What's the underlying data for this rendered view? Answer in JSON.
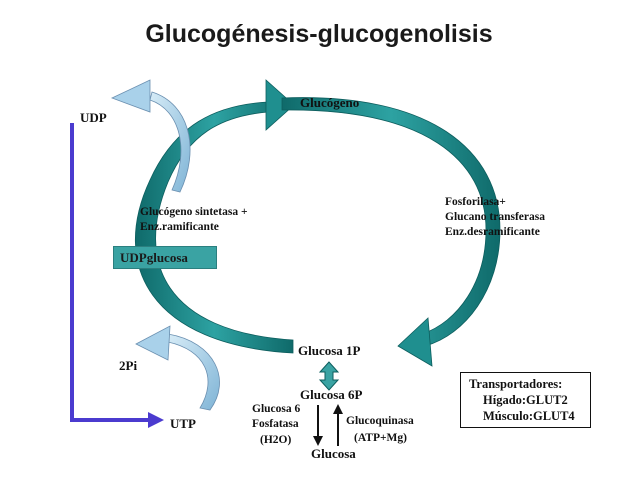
{
  "title": "Glucogénesis-glucogenolisis",
  "nodes": {
    "glucogeno": "Glucógeno",
    "glucosa_1p": "Glucosa 1P",
    "glucosa_6p": "Glucosa 6P",
    "glucosa": "Glucosa",
    "udp": "UDP",
    "udp_glucosa": "UDPglucosa",
    "dos_pi": "2Pi",
    "utp": "UTP"
  },
  "enzymes": {
    "sintesis_line1": "Glucógeno sintetasa +",
    "sintesis_line2": "Enz.ramificante",
    "degradacion_line1": "Fosforilasa+",
    "degradacion_line2": "Glucano transferasa",
    "degradacion_line3": "Enz.desramificante",
    "fosfatasa_line1": "Glucosa 6",
    "fosfatasa_line2": "Fosfatasa",
    "fosfatasa_cofactor": "(H2O)",
    "glucoquinasa": "Glucoquinasa",
    "glucoquinasa_cofactor": "(ATP+Mg)"
  },
  "transportadores": {
    "heading": "Transportadores:",
    "line1": "Hígado:GLUT2",
    "line2": "Músculo:GLUT4"
  },
  "colors": {
    "arc": "#1a8a8a",
    "arc_dark": "#0d5e5e",
    "blue_line": "#4b3bcf",
    "small_arrow": "#a9d1ea",
    "udp_box": "#3aa3a3"
  }
}
